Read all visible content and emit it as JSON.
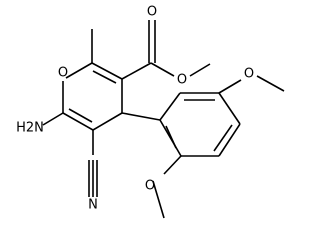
{
  "atoms": {
    "ring_oxygen": "O",
    "ester_carbonyl_oxygen": "O",
    "ester_ether_oxygen": "O",
    "amino_group": "H2N",
    "nitrile_nitrogen": "N",
    "aryl_methoxy_oxygen_5": "O",
    "aryl_methoxy_oxygen_2": "O"
  },
  "colors": {
    "bonds": "#000000",
    "labels": "#000000",
    "background": "#ffffff"
  }
}
